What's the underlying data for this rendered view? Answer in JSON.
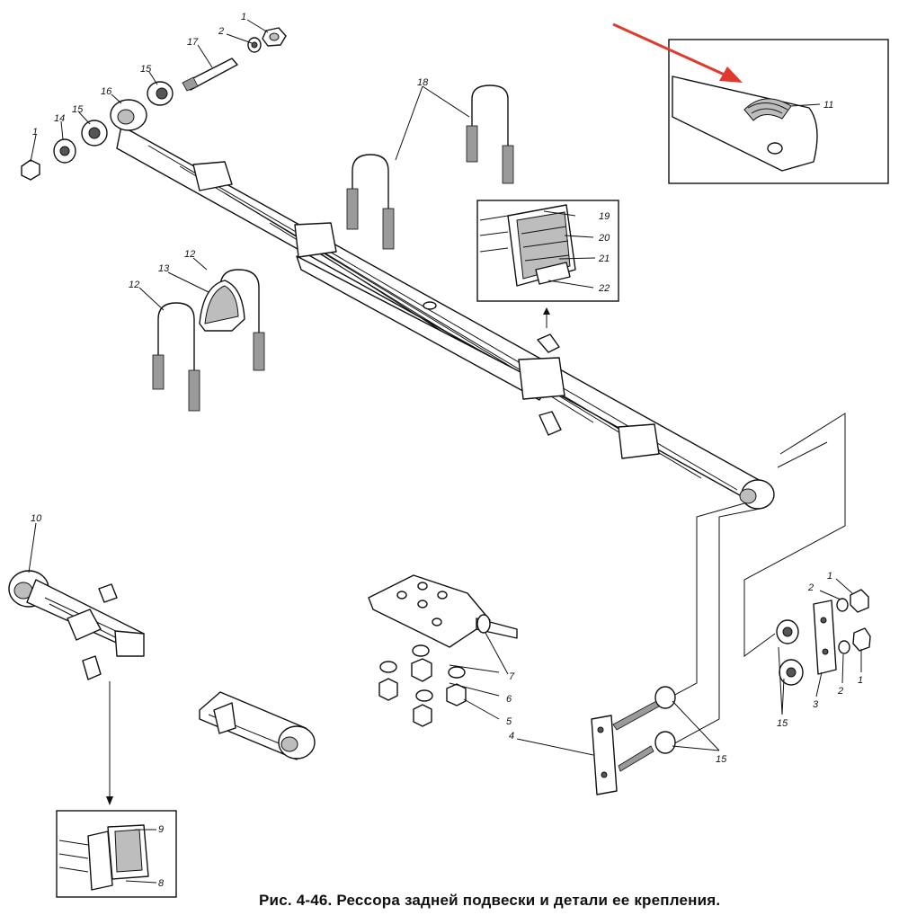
{
  "caption": "Рис. 4-46. Рессора задней подвески и детали ее крепления.",
  "callouts": {
    "c1a": "1",
    "c1b": "1",
    "c1c": "1",
    "c1d": "1",
    "c2a": "2",
    "c2b": "2",
    "c2c": "2",
    "c3": "3",
    "c4": "4",
    "c5": "5",
    "c6": "6",
    "c7": "7",
    "c8": "8",
    "c9": "9",
    "c10": "10",
    "c11": "11",
    "c12a": "12",
    "c12b": "12",
    "c13": "13",
    "c14": "14",
    "c15a": "15",
    "c15b": "15",
    "c15c": "15",
    "c15d": "15",
    "c16": "16",
    "c17": "17",
    "c18": "18",
    "c19": "19",
    "c20": "20",
    "c21": "21",
    "c22": "22"
  },
  "colors": {
    "arrow": "#e03a2f",
    "ink": "#111111",
    "shade": "#bdbdbd"
  }
}
